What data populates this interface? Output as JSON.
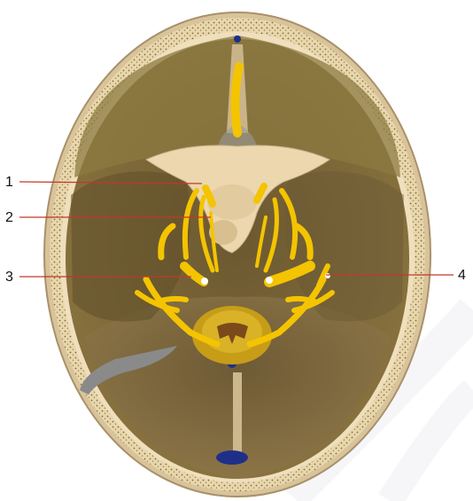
{
  "labels": [
    {
      "id": "1",
      "text": "1"
    },
    {
      "id": "2",
      "text": "2"
    },
    {
      "id": "3",
      "text": "3"
    },
    {
      "id": "4",
      "text": "4"
    }
  ],
  "colors": {
    "bone_rim": "#e8d4a8",
    "cranial_floor": "#7a6433",
    "cranial_floor_dark": "#5d4c28",
    "sphenoid": "#ecd7ae",
    "nerve": "#f4c400",
    "leader_line": "#c0392b",
    "venous_sinus": "#1e2f8a",
    "tentorium": "#7d7d7d"
  }
}
